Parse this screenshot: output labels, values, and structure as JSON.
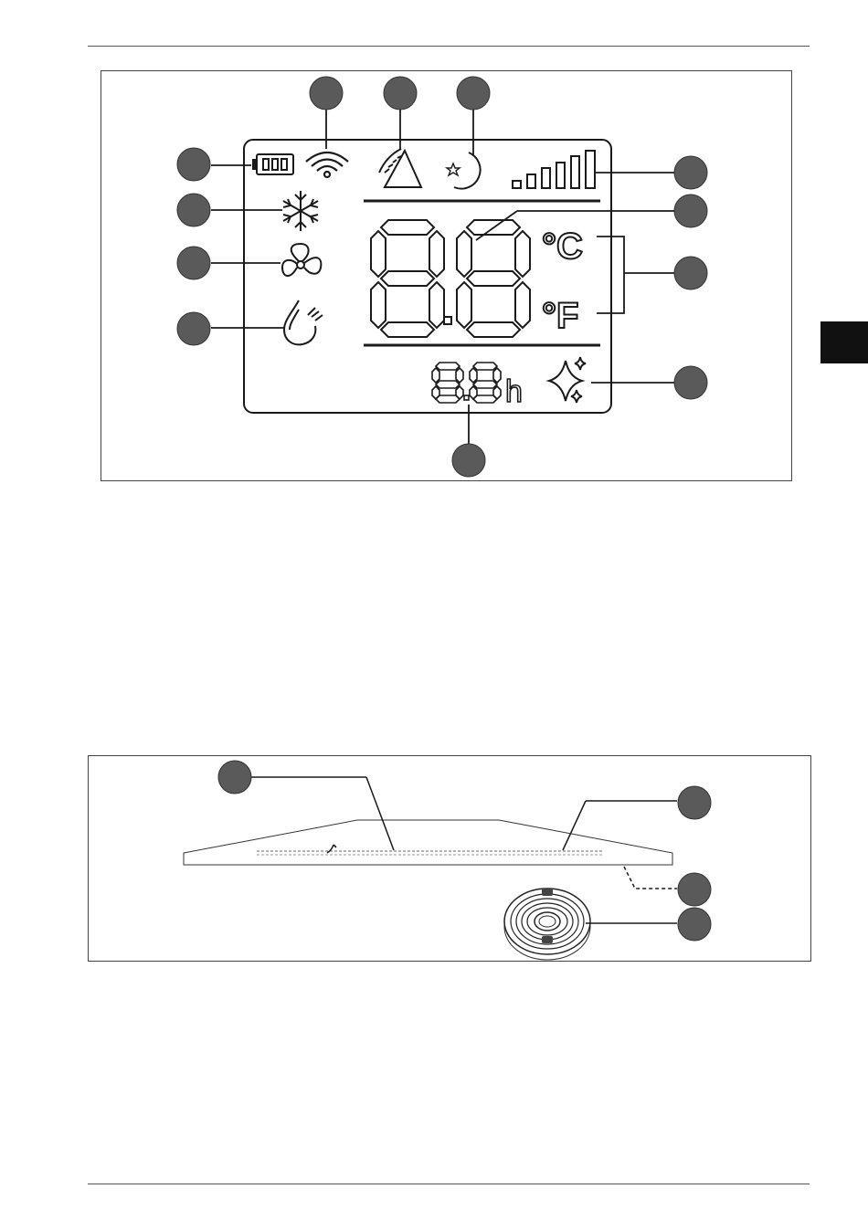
{
  "figure1": {
    "lcd_display": {
      "icons": [
        "battery-icon",
        "wifi-icon",
        "swing-icon",
        "sleep-moon-icon",
        "signal-bars-icon",
        "snowflake-icon",
        "fan-icon",
        "dehumidify-icon",
        "sparkle-icon"
      ],
      "main_digits": "8.8",
      "timer_digits": "8.8",
      "timer_unit": "h",
      "unit_celsius": "°C",
      "unit_fahrenheit": "°F"
    },
    "callout_count": 12
  },
  "figure2": {
    "callout_count": 4
  },
  "colors": {
    "ink": "#1a1a1a",
    "callout_fill": "#5a5a5a",
    "side_tab": "#111111"
  }
}
